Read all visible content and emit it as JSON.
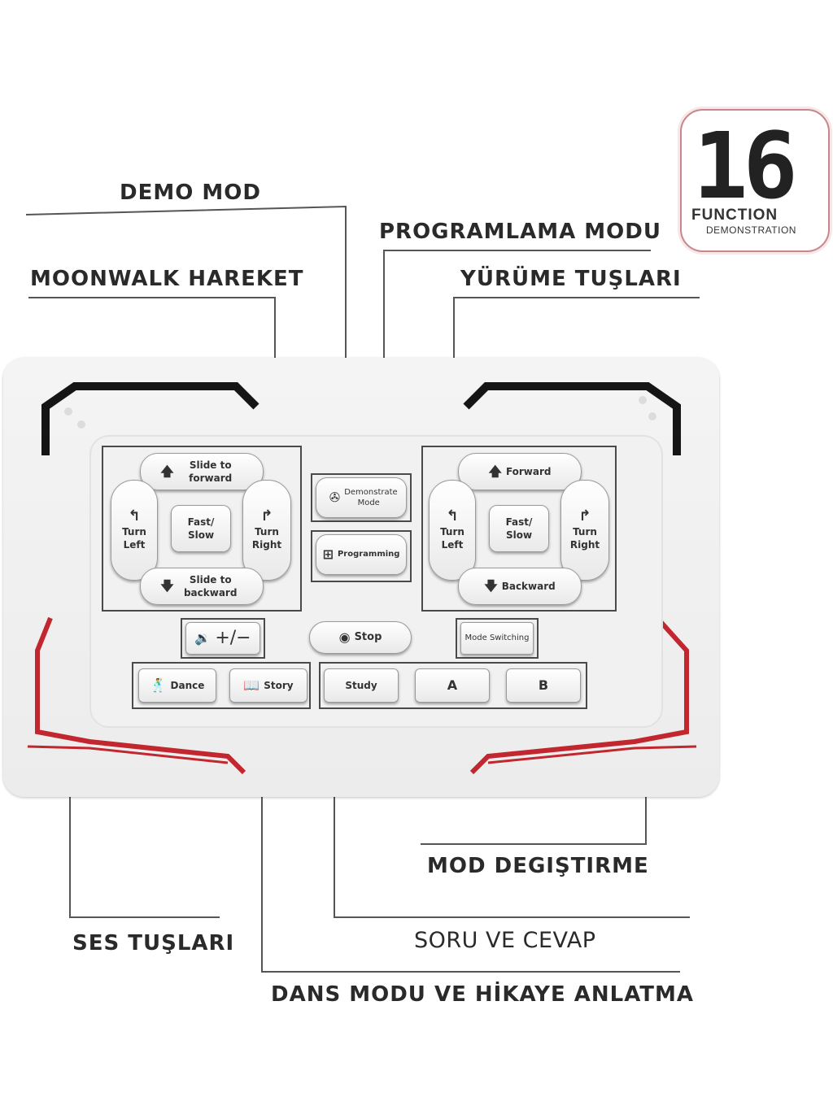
{
  "callouts": {
    "demo_mod": "DEMO MOD",
    "programlama_modu": "PROGRAMLAMA MODU",
    "moonwalk_hareket": "MOONWALK HAREKET",
    "yurume_tuslari": "YÜRÜME TUŞLARI",
    "mod_degistirme": "MOD DEGIŞTIRME",
    "ses_tuslari": "SES TUŞLARI",
    "soru_ve_cevap": "SORU VE CEVAP",
    "dans_modu": "DANS MODU VE HİKAYE ANLATMA"
  },
  "badge": {
    "number": "16",
    "line1": "FUNCTION",
    "line2": "DEMONSTRATION"
  },
  "left_pad": {
    "up": "Slide to forward",
    "left": "Turn Left",
    "center": "Fast/ Slow",
    "right": "Turn Right",
    "down": "Slide to backward"
  },
  "right_pad": {
    "up": "Forward",
    "left": "Turn Left",
    "center": "Fast/ Slow",
    "right": "Turn Right",
    "down": "Backward"
  },
  "center_keys": {
    "demonstrate": "Demonstrate Mode",
    "programming": "Programming",
    "stop": "Stop"
  },
  "bottom_keys": {
    "volume": "+/−",
    "mode_switching": "Mode Switching",
    "dance": "Dance",
    "story": "Story",
    "study": "Study",
    "a": "A",
    "b": "B"
  },
  "colors": {
    "accent_red": "#c2262e",
    "trim_black": "#151515",
    "leader_line": "#555555"
  }
}
